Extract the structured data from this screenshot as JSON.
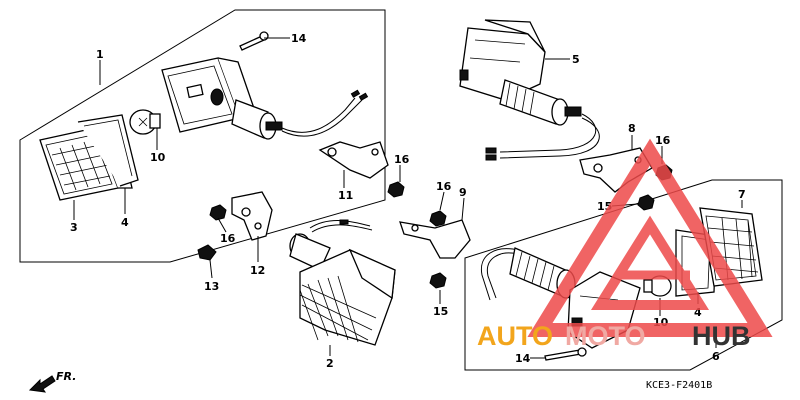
{
  "callouts": {
    "c1": "1",
    "c2": "2",
    "c3": "3",
    "c4_left": "4",
    "c4_right": "4",
    "c5": "5",
    "c6": "6",
    "c7": "7",
    "c8": "8",
    "c9": "9",
    "c10_left": "10",
    "c10_right": "10",
    "c11": "11",
    "c12": "12",
    "c13": "13",
    "c14_top": "14",
    "c14_bottom": "14",
    "c15_mid": "15",
    "c15_right": "15",
    "c16_a": "16",
    "c16_b": "16",
    "c16_c": "16",
    "c16_d": "16"
  },
  "direction_label": "FR.",
  "diagram_code": "KCE3-F2401B",
  "watermark": {
    "part1": "AUTO",
    "part2": "MOTO",
    "part3": "HUB",
    "color1": "#f2a51c",
    "color2": "#f0a9a3",
    "color3": "#333333",
    "logo_color": "#ee4a4a"
  }
}
